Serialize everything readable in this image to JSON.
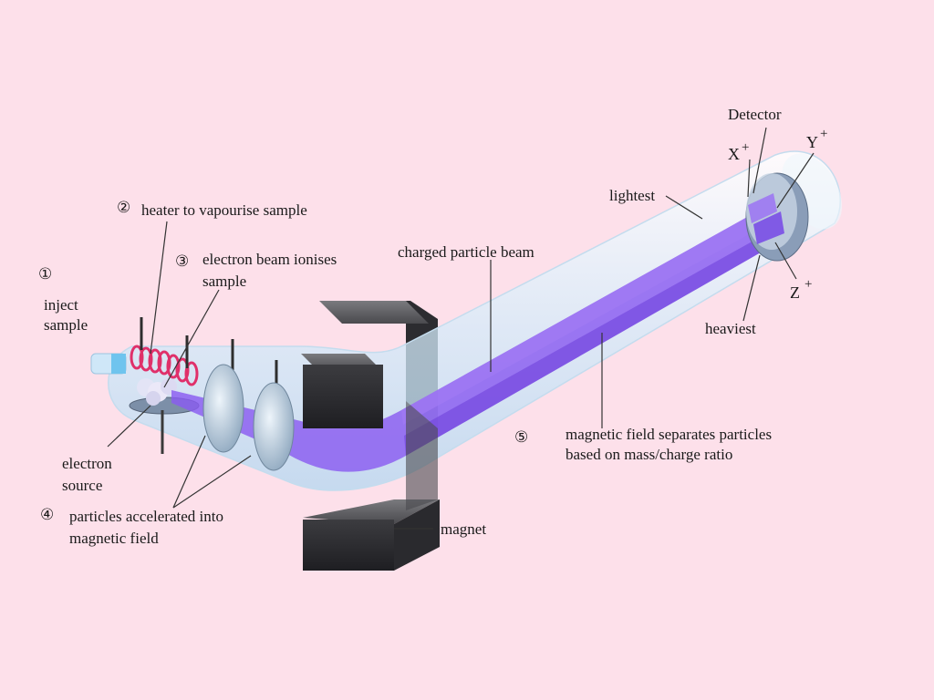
{
  "colors": {
    "background": "#fde0ea",
    "beam": "#8a5cf0",
    "tube": "#dcecf8",
    "magnet": "#3a3a3c",
    "coil": "#e0306a"
  },
  "steps": {
    "step1": {
      "number": "①",
      "line1": "inject",
      "line2": "sample"
    },
    "step2": {
      "number": "②",
      "text": "heater to vapourise sample"
    },
    "step3": {
      "number": "③",
      "line1": "electron beam ionises",
      "line2": "sample"
    },
    "step4": {
      "number": "④",
      "line1": "particles accelerated into",
      "line2": "magnetic field"
    },
    "step5": {
      "number": "⑤",
      "line1": "magnetic field separates particles",
      "line2": "based on mass/charge ratio"
    }
  },
  "labels": {
    "electron_source_line1": "electron",
    "electron_source_line2": "source",
    "charged_particle_beam": "charged particle beam",
    "magnet": "magnet",
    "detector": "Detector",
    "lightest": "lightest",
    "heaviest": "heaviest"
  },
  "ions": {
    "x": {
      "letter": "X",
      "charge": "+"
    },
    "y": {
      "letter": "Y",
      "charge": "+"
    },
    "z": {
      "letter": "Z",
      "charge": "+"
    }
  }
}
